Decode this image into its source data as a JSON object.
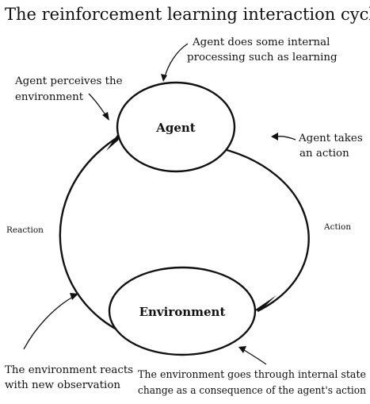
{
  "title": "The reinforcement learning interaction cycle",
  "nodes": {
    "agent": {
      "label": "Agent"
    },
    "environment": {
      "label": "Environment"
    }
  },
  "edges": {
    "action": {
      "label": "Action"
    },
    "reaction": {
      "label": "Reaction"
    }
  },
  "annotations": {
    "agent_processing": {
      "line1": "Agent does some internal",
      "line2": "processing  such as learning"
    },
    "agent_perceives": {
      "line1": "Agent perceives the",
      "line2": "environment"
    },
    "agent_acts": {
      "line1": "Agent takes",
      "line2": "an action"
    },
    "env_reacts": {
      "line1": "The environment reacts",
      "line2": "with new observation"
    },
    "env_state_change": {
      "line1": "The environment goes through internal state",
      "line2": "change as a consequence of the agent's action"
    }
  },
  "colors": {
    "ink": "#111111",
    "background": "#ffffff"
  }
}
